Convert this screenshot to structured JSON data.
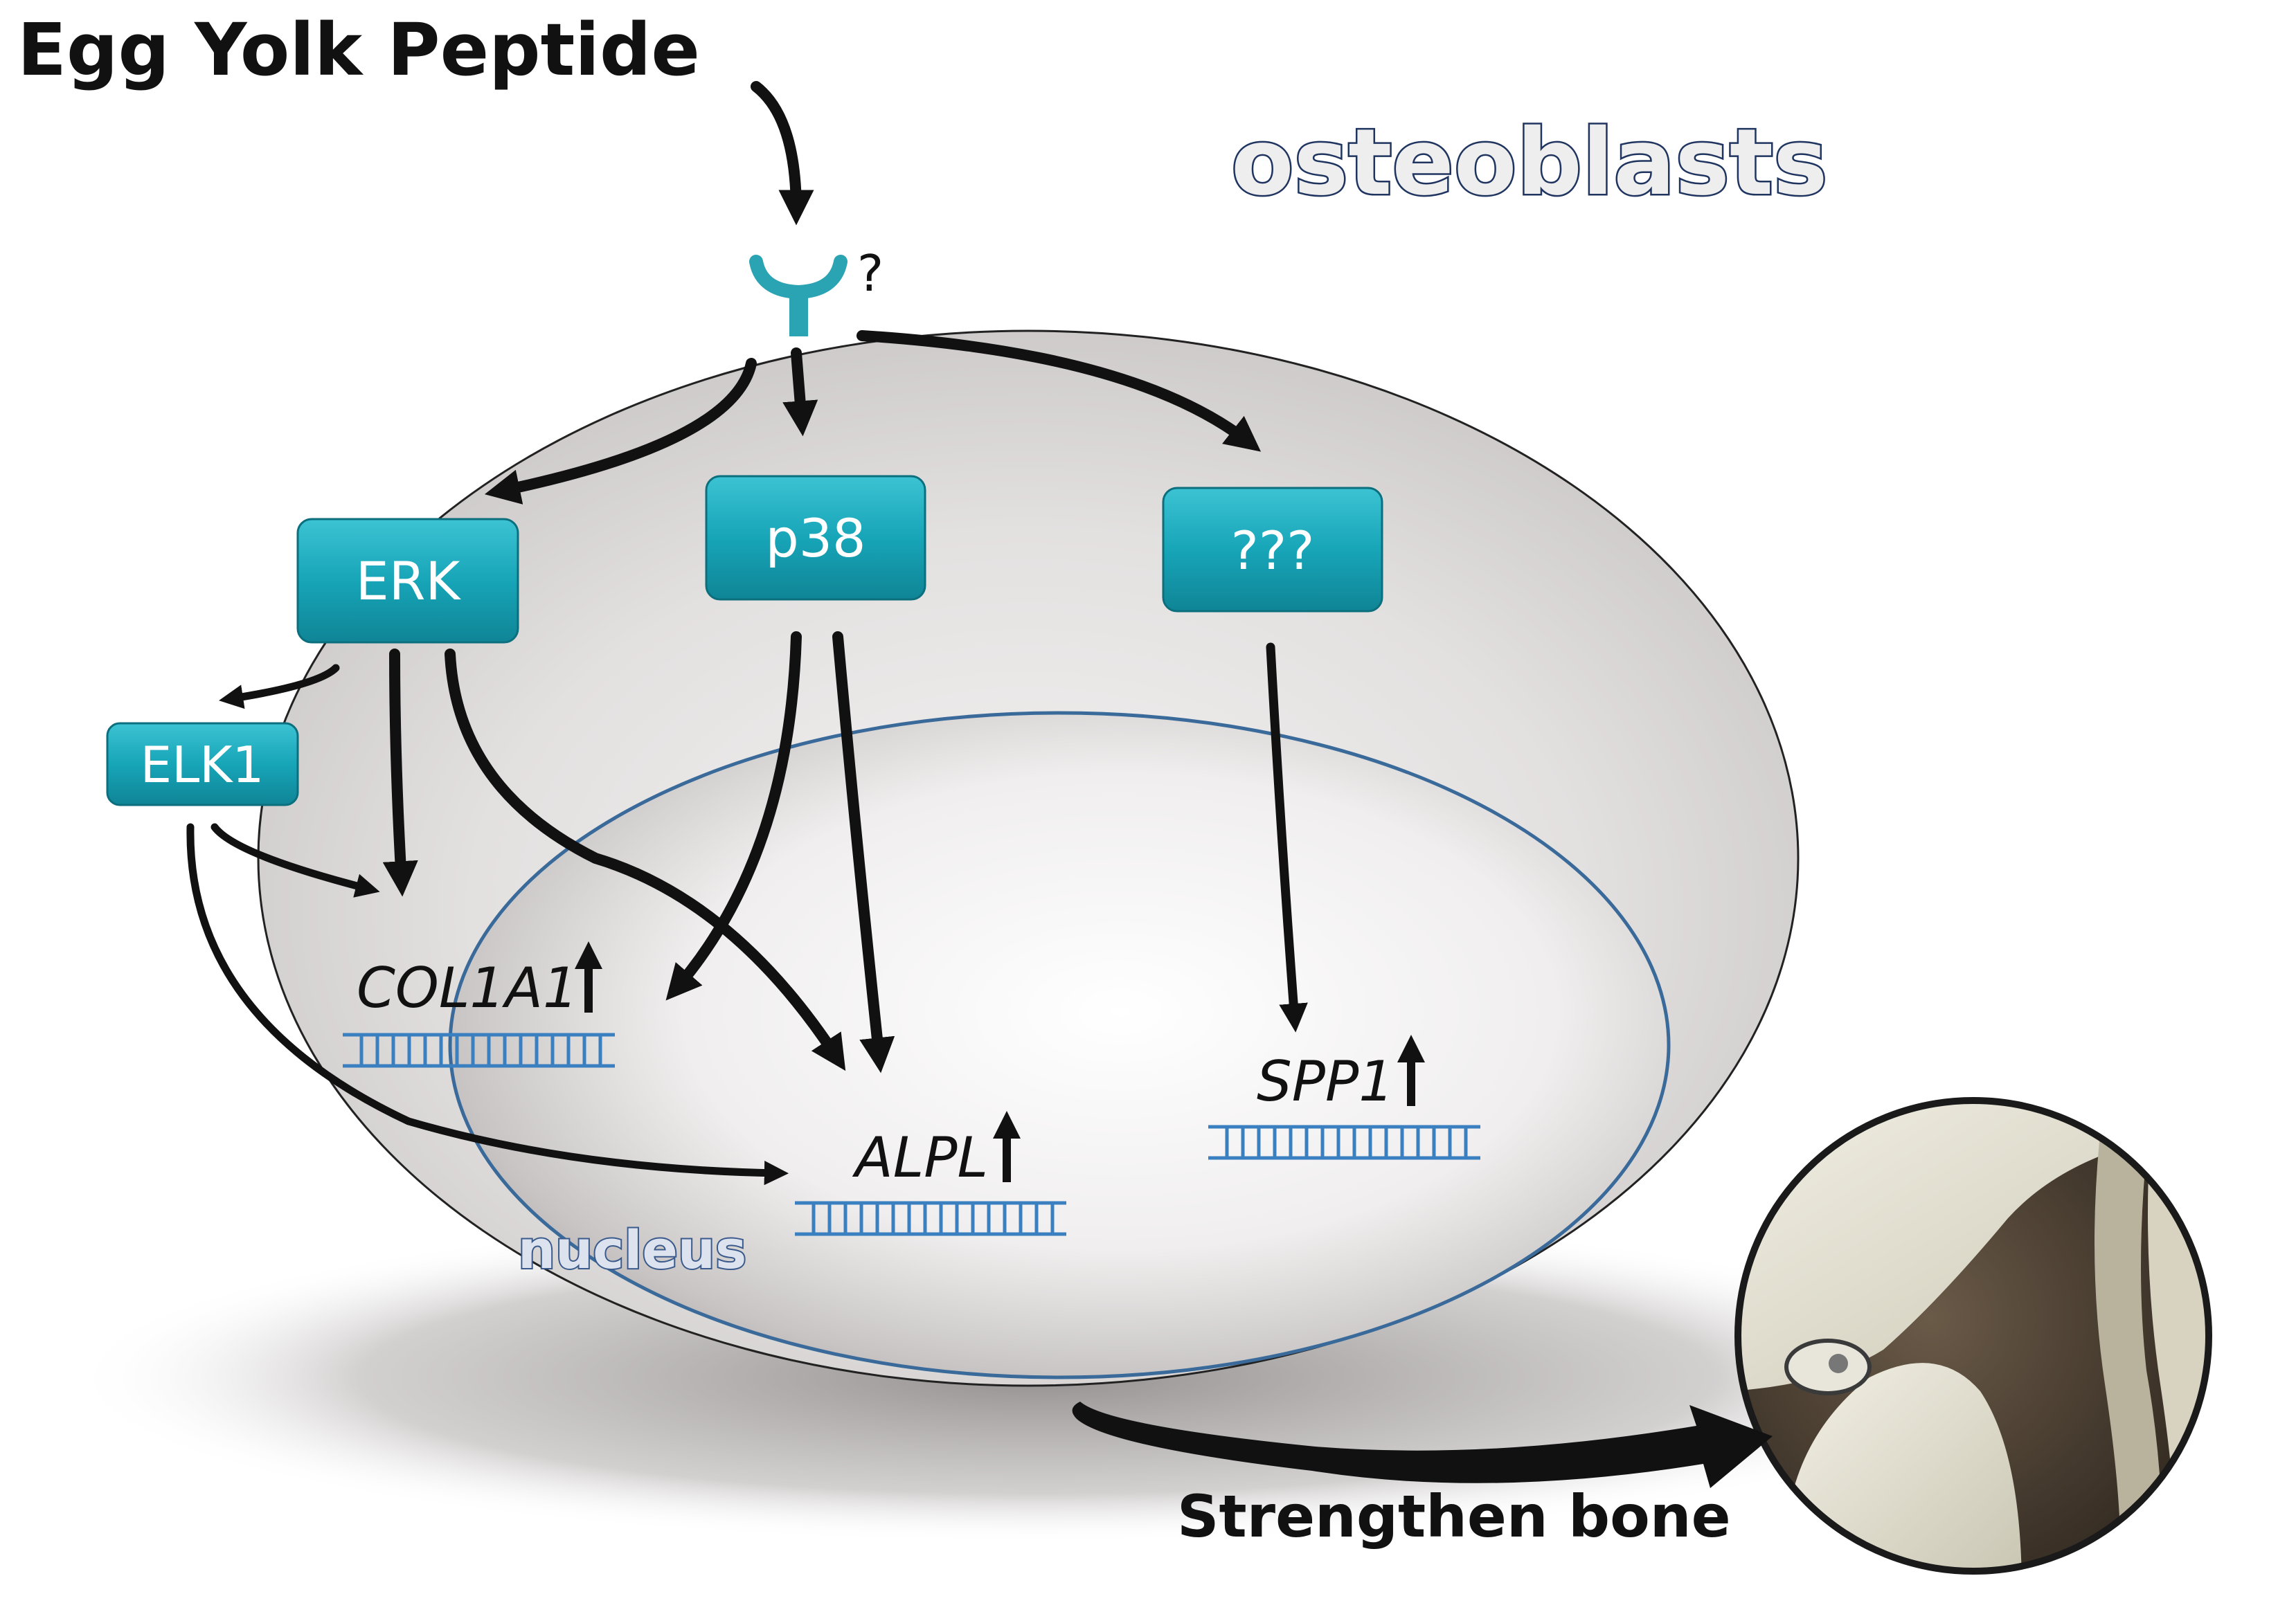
{
  "title": "Egg Yolk Peptide",
  "cell_label": "osteoblasts",
  "nucleus_label": "nucleus",
  "receptor_unknown": "?",
  "nodes": {
    "erk": "ERK",
    "p38": "p38",
    "unknown": "???",
    "elk1": "ELK1"
  },
  "genes": {
    "col1a1": "COL1A1",
    "alpl": "ALPL",
    "spp1": "SPP1"
  },
  "outcome": "Strengthen bone",
  "colors": {
    "node": "#17a5b8",
    "nucleus_border": "#3a6a9a",
    "dna": "#3a7fc0",
    "receptor": "#2aa3b3"
  }
}
